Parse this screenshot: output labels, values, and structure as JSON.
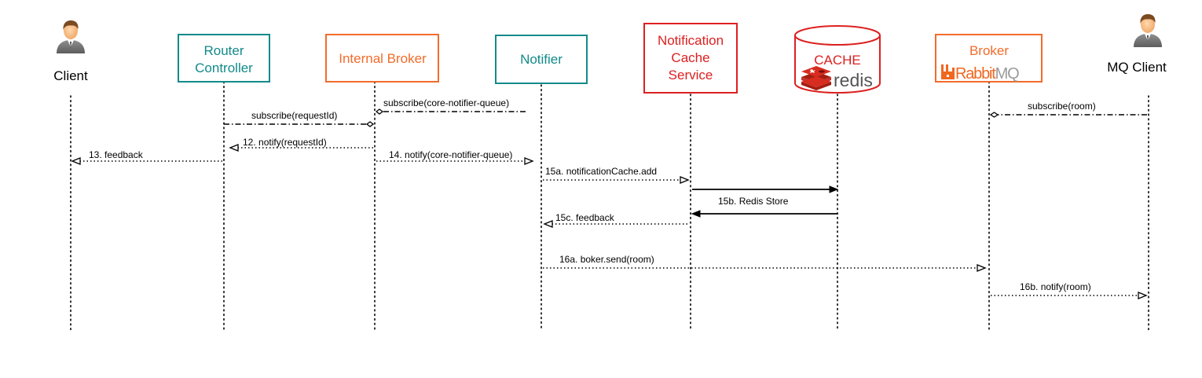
{
  "colors": {
    "teal": "#138a8a",
    "orange": "#f26c2b",
    "red": "#dd2020",
    "redis_red": "#d82c20",
    "rabbit_orange": "#f0671f",
    "rabbit_gray": "#9b9b9b",
    "black": "#000000"
  },
  "participants": {
    "client": {
      "label": "Client",
      "icon": "user-icon"
    },
    "router": {
      "line1": "Router",
      "line2": "Controller"
    },
    "internal_broker": {
      "label": "Internal Broker"
    },
    "notifier": {
      "label": "Notifier"
    },
    "cache_service": {
      "line1": "Notification",
      "line2": "Cache",
      "line3": "Service"
    },
    "cache": {
      "label": "CACHE",
      "logo_text": "redis",
      "icon": "redis-logo"
    },
    "broker": {
      "label": "Broker",
      "logo_text_1": "Rabbit",
      "logo_text_2": "MQ",
      "icon": "rabbitmq-logo"
    },
    "mq_client": {
      "label": "MQ Client",
      "icon": "user-icon"
    }
  },
  "messages": [
    {
      "id": "m1",
      "label": "subscribe(core-notifier-queue)",
      "style": "dash-dot",
      "head": "diamond"
    },
    {
      "id": "m2",
      "label": "subscribe(requestId)",
      "style": "dash-dot",
      "head": "diamond"
    },
    {
      "id": "m3",
      "label": "subscribe(room)",
      "style": "dash-dot",
      "head": "diamond"
    },
    {
      "id": "m4",
      "label": "12. notify(requestId)",
      "style": "dotted",
      "head": "open-triangle"
    },
    {
      "id": "m5",
      "label": "13. feedback",
      "style": "dotted",
      "head": "open-triangle"
    },
    {
      "id": "m6",
      "label": "14. notify(core-notifier-queue)",
      "style": "dotted",
      "head": "open-triangle"
    },
    {
      "id": "m7",
      "label": "15a. notificationCache.add",
      "style": "dotted",
      "head": "open-triangle"
    },
    {
      "id": "m8",
      "label": "15b. Redis Store",
      "style": "solid",
      "head": "filled"
    },
    {
      "id": "m9",
      "label": "15c. feedback",
      "style": "dotted",
      "head": "open-triangle"
    },
    {
      "id": "m10",
      "label": "16a. boker.send(room)",
      "style": "dotted",
      "head": "open-triangle"
    },
    {
      "id": "m11",
      "label": "16b. notify(room)",
      "style": "dotted",
      "head": "open-triangle"
    }
  ]
}
